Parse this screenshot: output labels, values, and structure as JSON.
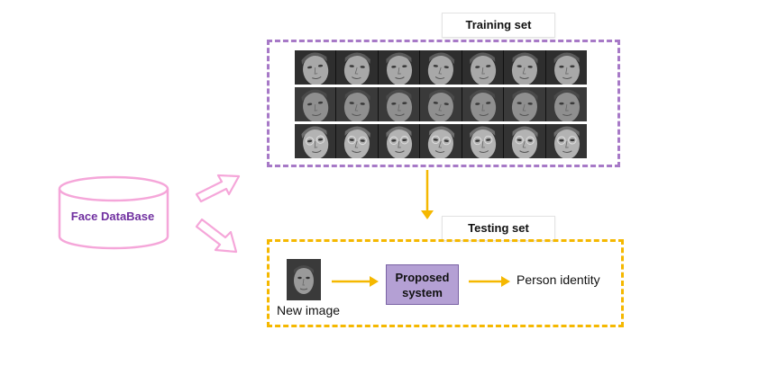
{
  "database": {
    "label": "Face DataBase"
  },
  "training": {
    "title": "Training set",
    "rows": [
      {
        "faces": [
          "face-subject1-1",
          "face-subject1-2",
          "face-subject1-3",
          "face-subject1-4",
          "face-subject1-5",
          "face-subject1-6",
          "face-subject1-7"
        ]
      },
      {
        "faces": [
          "face-subject2-1",
          "face-subject2-2",
          "face-subject2-3",
          "face-subject2-4",
          "face-subject2-5",
          "face-subject2-6",
          "face-subject2-7"
        ]
      },
      {
        "faces": [
          "face-subject3-1",
          "face-subject3-2",
          "face-subject3-3",
          "face-subject3-4",
          "face-subject3-5",
          "face-subject3-6",
          "face-subject3-7"
        ]
      }
    ]
  },
  "testing": {
    "title": "Testing set",
    "new_image_label": "New image",
    "proposed_line1": "Proposed",
    "proposed_line2": "system",
    "output_label": "Person identity"
  },
  "colors": {
    "database_outline": "#f5a6d9",
    "database_text": "#7030a0",
    "training_border": "#a779c7",
    "testing_border": "#f5b800",
    "arrow": "#f5b800",
    "proposed_fill": "#b4a0d4"
  }
}
